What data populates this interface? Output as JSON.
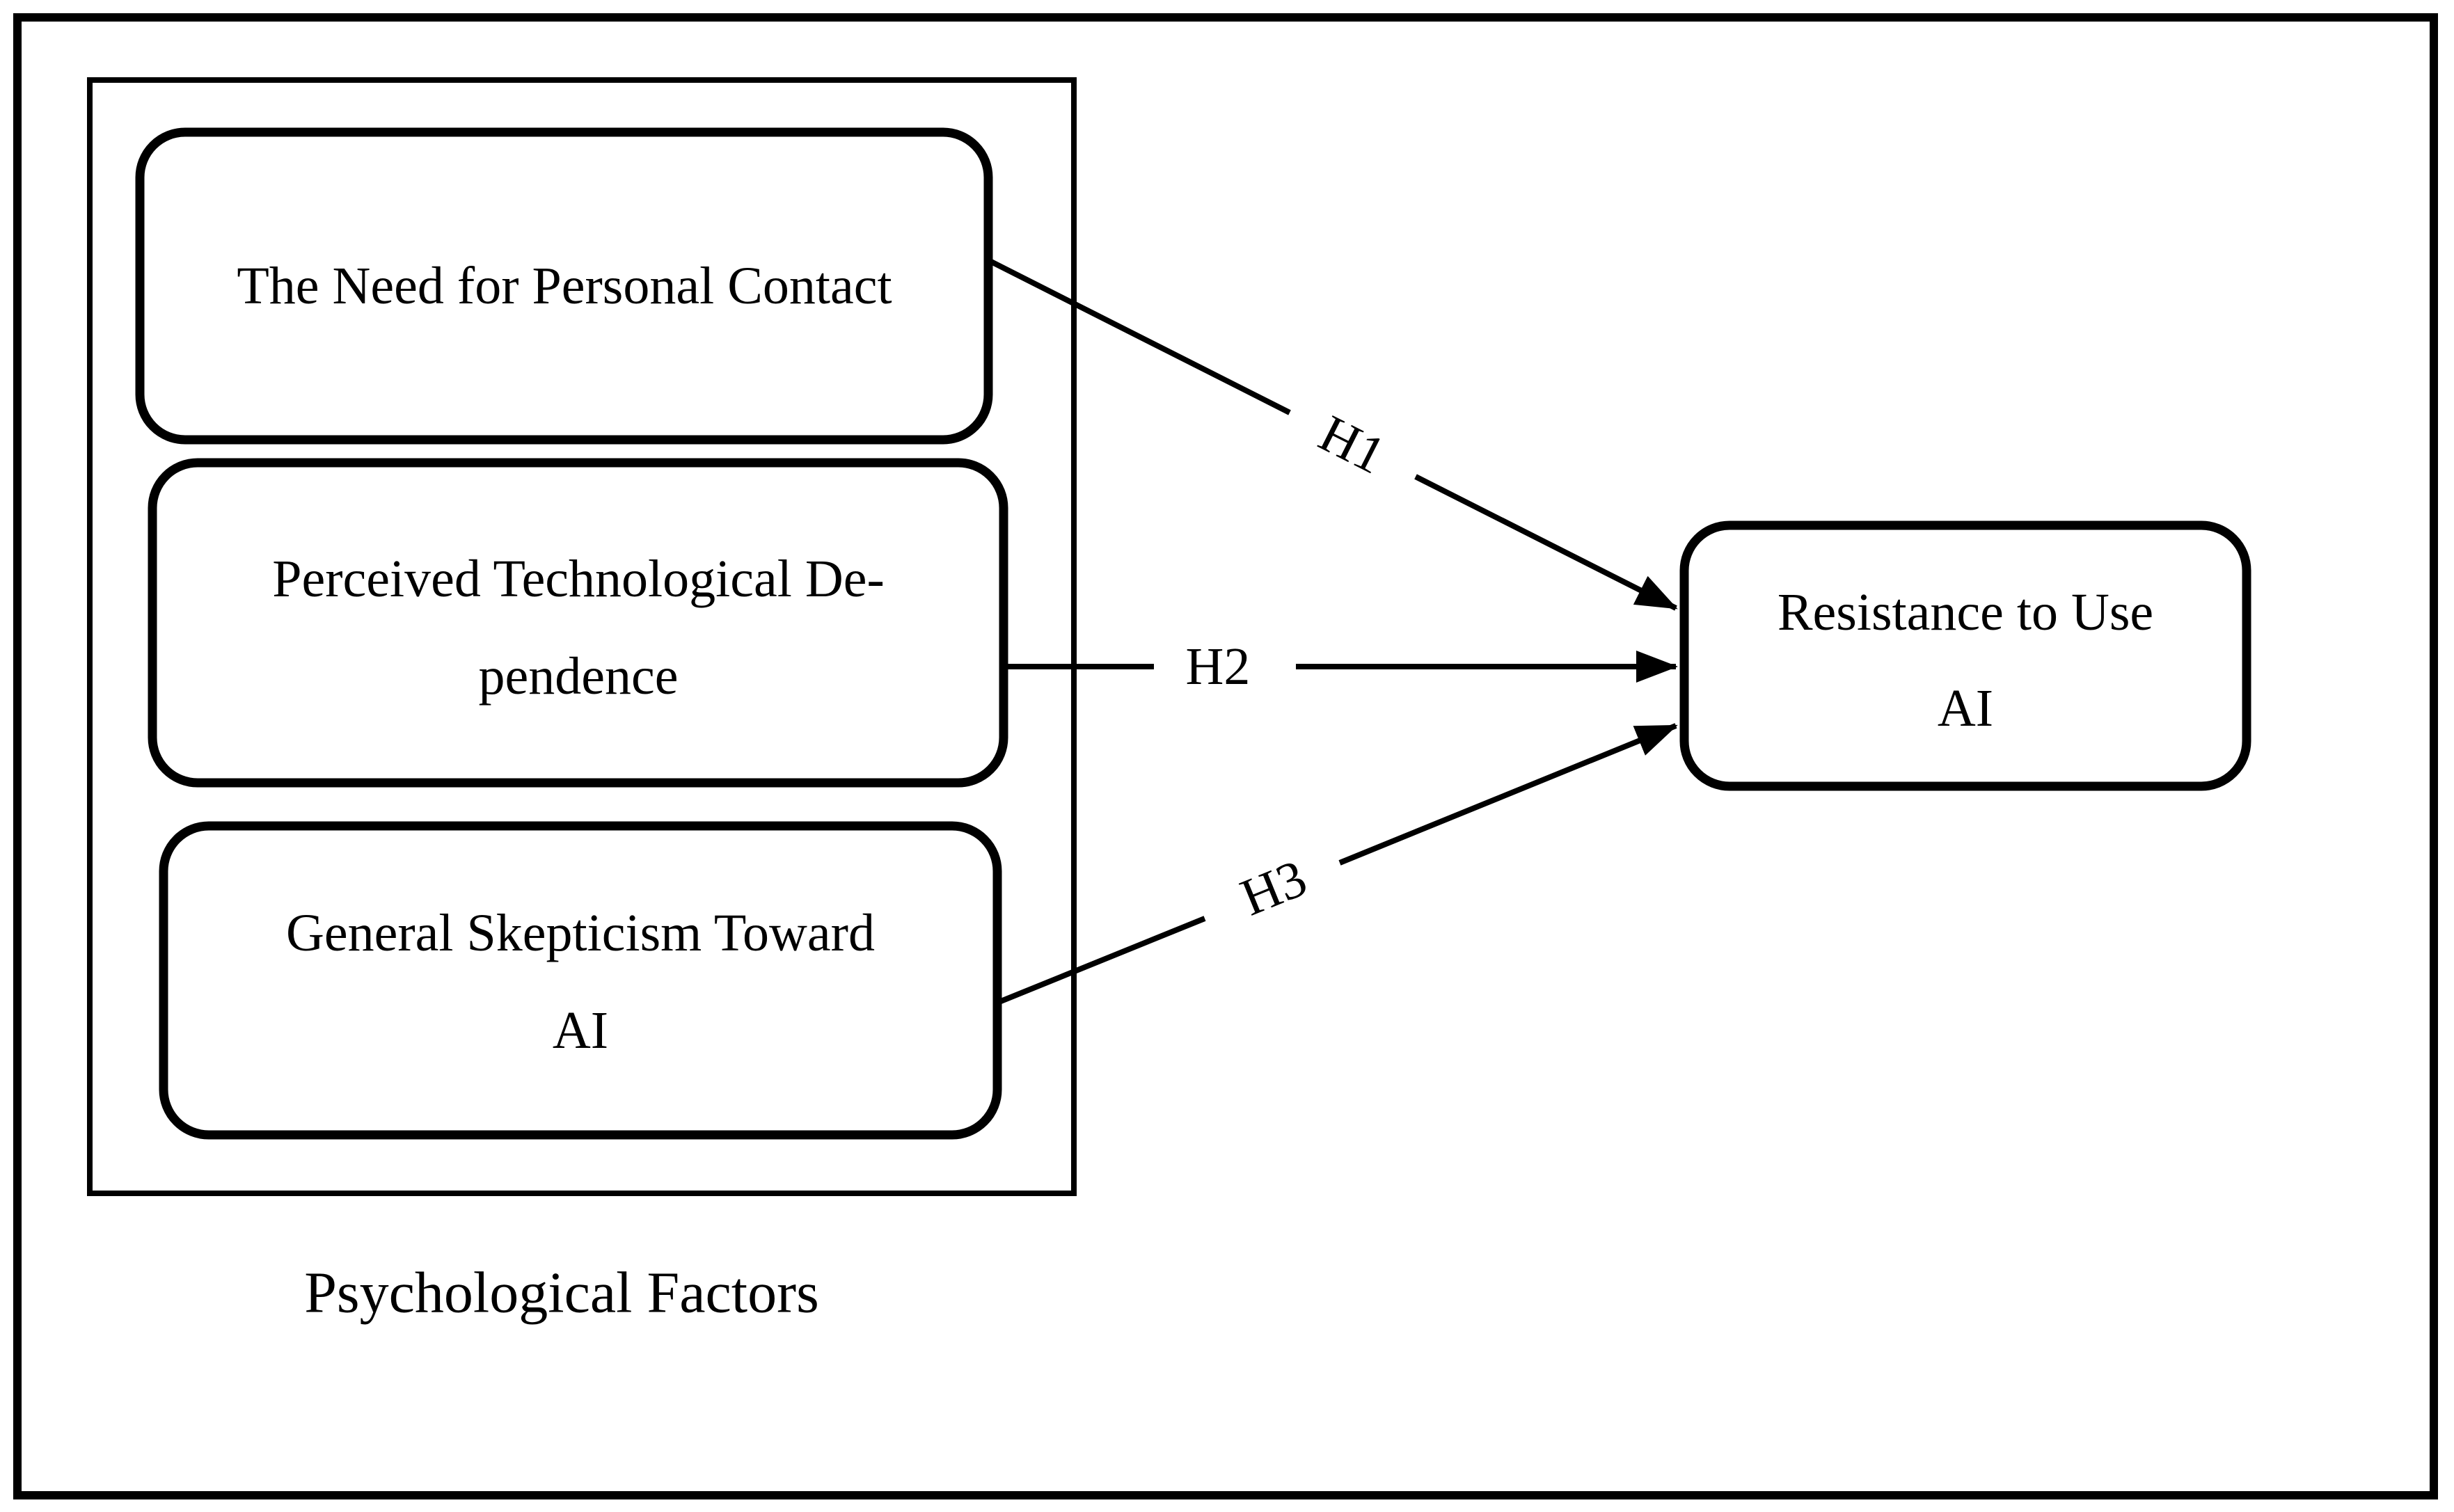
{
  "figure": {
    "background_color": "#ffffff",
    "stroke_color": "#000000",
    "group": {
      "label": "Psychological Factors"
    },
    "boxes": [
      {
        "id": "need-personal-contact",
        "lines": [
          "The Need for Personal Contact",
          ""
        ]
      },
      {
        "id": "perceived-tech-dependence",
        "lines": [
          "Perceived Technological De-",
          "pendence"
        ]
      },
      {
        "id": "general-skepticism-ai",
        "lines": [
          "General Skepticism Toward",
          "AI"
        ]
      },
      {
        "id": "resistance-to-use-ai",
        "lines": [
          "Resistance to Use",
          "AI"
        ]
      }
    ],
    "arrows": [
      {
        "id": "h1",
        "label": "H1"
      },
      {
        "id": "h2",
        "label": "H2"
      },
      {
        "id": "h3",
        "label": "H3"
      }
    ]
  }
}
